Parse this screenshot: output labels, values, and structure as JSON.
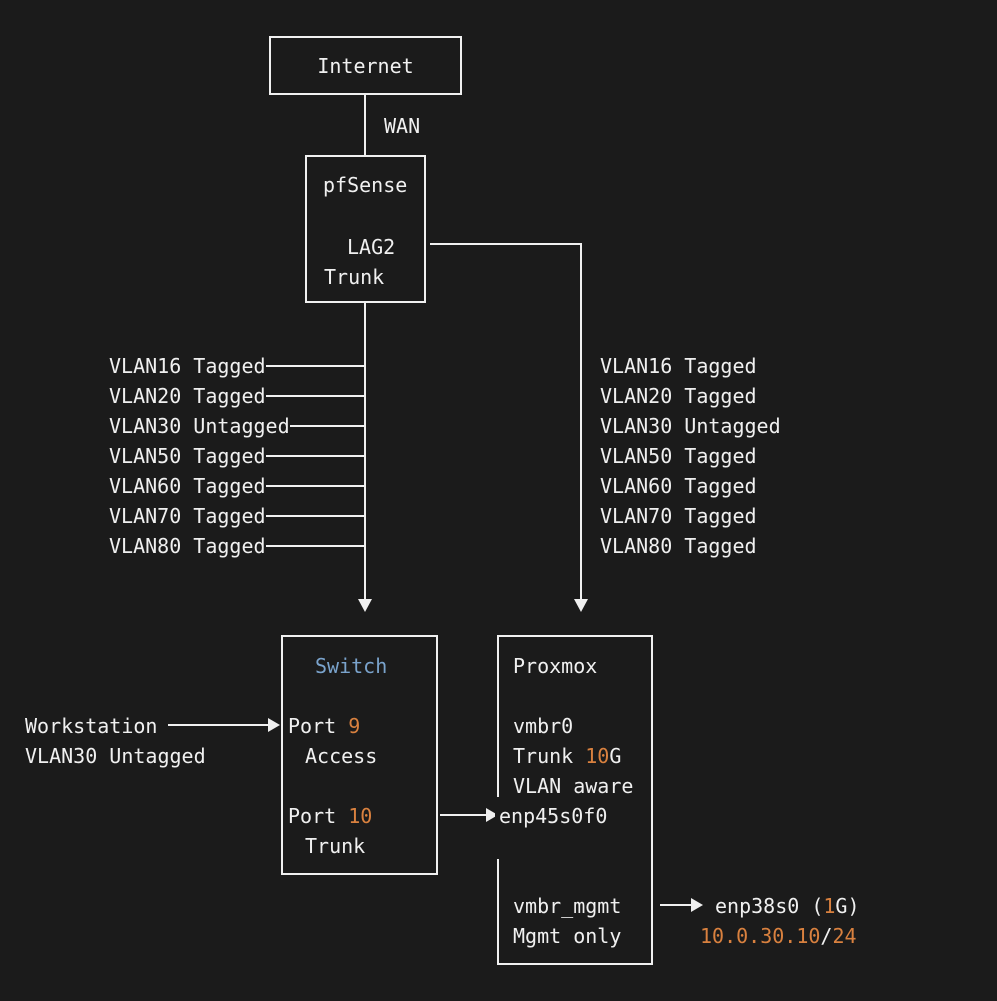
{
  "colors": {
    "background": "#1b1b1b",
    "stroke": "#f0f0f0",
    "text": "#f0f0f0",
    "accent_blue": "#7aa3cc",
    "accent_orange": "#d9813f"
  },
  "internet": {
    "label": "Internet"
  },
  "wan_link": {
    "label": "WAN"
  },
  "pfsense": {
    "title": "pfSense",
    "port_label": "LAG2",
    "port_mode": "Trunk"
  },
  "vlans": [
    {
      "text": "VLAN16 Tagged"
    },
    {
      "text": "VLAN20 Tagged"
    },
    {
      "text": "VLAN30 Untagged"
    },
    {
      "text": "VLAN50 Tagged"
    },
    {
      "text": "VLAN60 Tagged"
    },
    {
      "text": "VLAN70 Tagged"
    },
    {
      "text": "VLAN80 Tagged"
    }
  ],
  "workstation": {
    "label": "Workstation",
    "vlan": "VLAN30 Untagged"
  },
  "switch": {
    "title": "Switch",
    "port9_label": "Port ",
    "port9_number": "9",
    "port9_mode": "Access",
    "port10_label": "Port ",
    "port10_number": "10",
    "port10_mode": "Trunk"
  },
  "proxmox": {
    "title": "Proxmox",
    "bridge0": "vmbr0",
    "trunk_label": "Trunk ",
    "trunk_speed": "10",
    "trunk_unit": "G",
    "vlan_aware": "VLAN aware",
    "nic": "enp45s0f0",
    "mgmt_bridge": "vmbr_mgmt",
    "mgmt_desc": "Mgmt only"
  },
  "mgmt_nic": {
    "name_prefix": "enp38s0 (",
    "speed": "1",
    "name_suffix": "G)",
    "ip": "10.0.30.10",
    "slash": "/",
    "mask": "24"
  }
}
